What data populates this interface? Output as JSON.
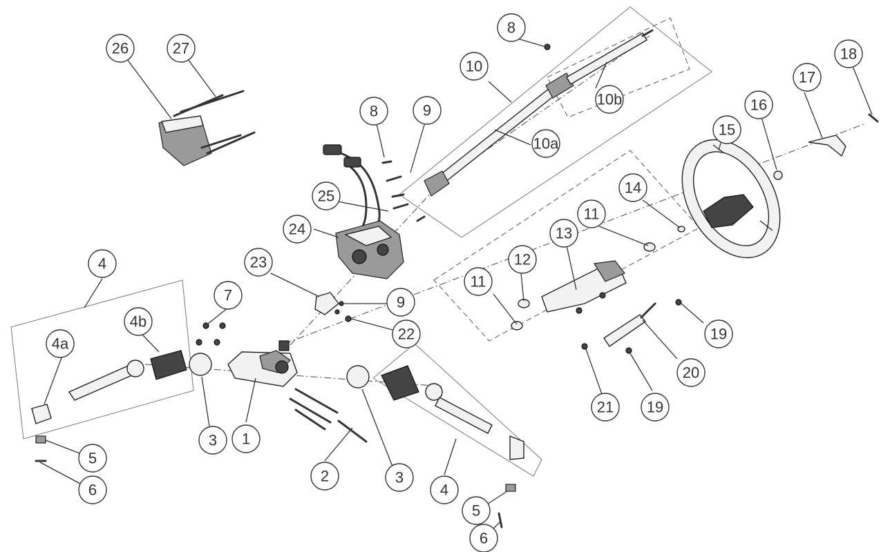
{
  "callouts": [
    {
      "id": "c1",
      "label": "1"
    },
    {
      "id": "c2",
      "label": "2"
    },
    {
      "id": "c3a",
      "label": "3"
    },
    {
      "id": "c3b",
      "label": "3"
    },
    {
      "id": "c4a",
      "label": "4"
    },
    {
      "id": "c4b",
      "label": "4"
    },
    {
      "id": "c4sa",
      "label": "4a"
    },
    {
      "id": "c4sb",
      "label": "4b"
    },
    {
      "id": "c5a",
      "label": "5"
    },
    {
      "id": "c5b",
      "label": "5"
    },
    {
      "id": "c6a",
      "label": "6"
    },
    {
      "id": "c6b",
      "label": "6"
    },
    {
      "id": "c7",
      "label": "7"
    },
    {
      "id": "c8a",
      "label": "8"
    },
    {
      "id": "c8b",
      "label": "8"
    },
    {
      "id": "c9a",
      "label": "9"
    },
    {
      "id": "c9b",
      "label": "9"
    },
    {
      "id": "c10",
      "label": "10"
    },
    {
      "id": "c10a",
      "label": "10a"
    },
    {
      "id": "c10b",
      "label": "10b"
    },
    {
      "id": "c11a",
      "label": "11"
    },
    {
      "id": "c11b",
      "label": "11"
    },
    {
      "id": "c12",
      "label": "12"
    },
    {
      "id": "c13",
      "label": "13"
    },
    {
      "id": "c14",
      "label": "14"
    },
    {
      "id": "c15",
      "label": "15"
    },
    {
      "id": "c16",
      "label": "16"
    },
    {
      "id": "c17",
      "label": "17"
    },
    {
      "id": "c18",
      "label": "18"
    },
    {
      "id": "c19a",
      "label": "19"
    },
    {
      "id": "c19b",
      "label": "19"
    },
    {
      "id": "c20",
      "label": "20"
    },
    {
      "id": "c21",
      "label": "21"
    },
    {
      "id": "c22",
      "label": "22"
    },
    {
      "id": "c23",
      "label": "23"
    },
    {
      "id": "c24",
      "label": "24"
    },
    {
      "id": "c25",
      "label": "25"
    },
    {
      "id": "c26",
      "label": "26"
    },
    {
      "id": "c27",
      "label": "27"
    }
  ]
}
